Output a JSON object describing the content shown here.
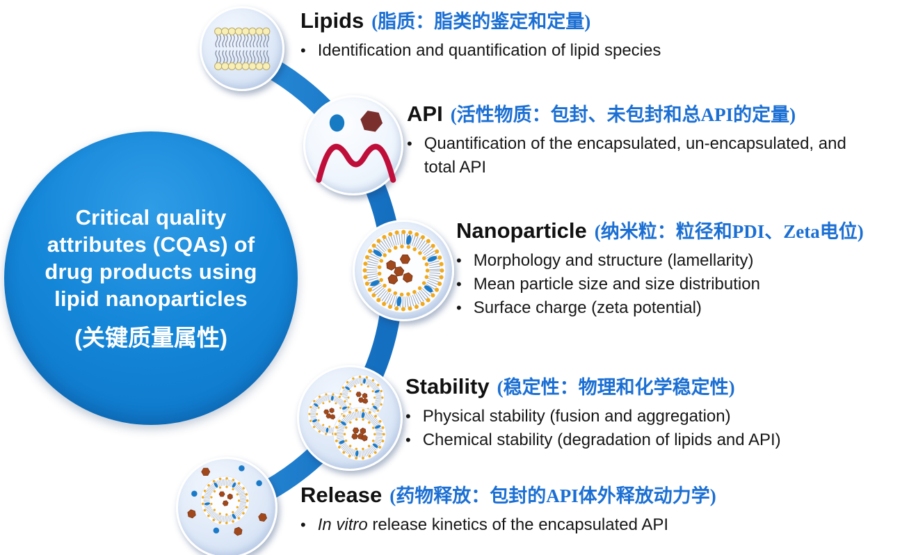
{
  "colors": {
    "center_circle_blue": "#1283d6",
    "arc_blue": "#1f7dca",
    "annotation_blue": "#1b6fd3",
    "node_fill_light_blue": "#e0eaf8",
    "heading_text": "#111111",
    "body_text": "#161616",
    "lipid_head_yellow": "#f1a91c",
    "hexagon_brown": "#a0481c",
    "api_hexagon_maroon": "#7b2f2d",
    "api_dot_blue": "#1a7ac8",
    "wave_red": "#bf0e3a"
  },
  "center": {
    "title_lines": [
      "Critical quality",
      "attributes (CQAs) of",
      "drug products using",
      "lipid nanoparticles"
    ],
    "subtitle": "(关键质量属性)"
  },
  "sections": [
    {
      "id": "lipids",
      "heading": "Lipids",
      "annotation": "(脂质：脂类的鉴定和定量)",
      "icon": "lipid-bilayer-icon",
      "bullets": [
        {
          "pre": "",
          "text": "Identification and quantification of lipid species"
        }
      ]
    },
    {
      "id": "api",
      "heading": "API",
      "annotation": "(活性物质：包封、未包封和总API的定量)",
      "icon": "api-sample-icon",
      "bullets": [
        {
          "pre": "",
          "text": "Quantification of the encapsulated, un-encapsulated, and total API"
        }
      ]
    },
    {
      "id": "nanoparticle",
      "heading": "Nanoparticle",
      "annotation": "(纳米粒：粒径和PDI、Zeta电位)",
      "icon": "liposome-icon",
      "bullets": [
        {
          "pre": "",
          "text": "Morphology and structure (lamellarity)"
        },
        {
          "pre": "",
          "text": "Mean particle size and size distribution"
        },
        {
          "pre": "",
          "text": "Surface charge (zeta potential)"
        }
      ]
    },
    {
      "id": "stability",
      "heading": "Stability",
      "annotation": "(稳定性：物理和化学稳定性)",
      "icon": "liposome-aggregate-icon",
      "bullets": [
        {
          "pre": "",
          "text": "Physical stability (fusion and aggregation)"
        },
        {
          "pre": "",
          "text": "Chemical stability (degradation of lipids and API)"
        }
      ]
    },
    {
      "id": "release",
      "heading": "Release",
      "annotation": "(药物释放：包封的API体外释放动力学)",
      "icon": "liposome-release-icon",
      "bullets": [
        {
          "pre": "In vitro",
          "text": " release kinetics of the encapsulated API"
        }
      ]
    }
  ]
}
